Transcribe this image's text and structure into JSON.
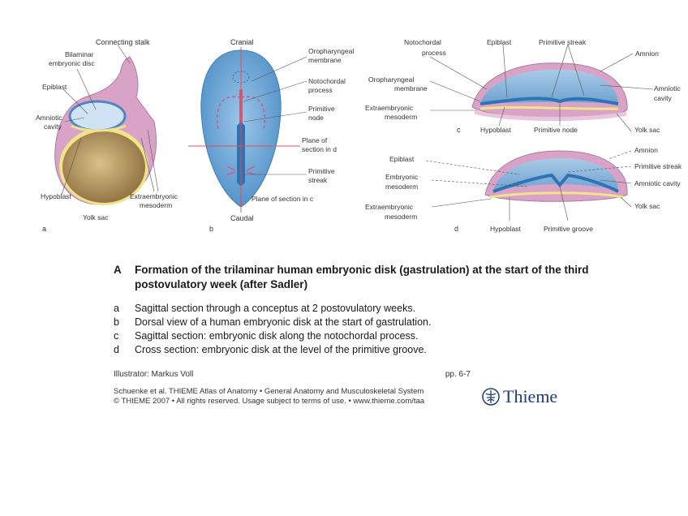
{
  "panel_a": {
    "letter": "a",
    "labels": {
      "connecting_stalk": "Connecting stalk",
      "bilaminar_1": "Bilaminar",
      "bilaminar_2": "embryonic disc",
      "epiblast": "Epiblast",
      "amniotic_1": "Amniotic",
      "amniotic_2": "cavity",
      "hypoblast": "Hypoblast",
      "extra_1": "Extraembryonic",
      "extra_2": "mesoderm",
      "yolk_sac": "Yolk sac"
    }
  },
  "panel_b": {
    "letter": "b",
    "labels": {
      "cranial": "Cranial",
      "caudal": "Caudal",
      "oro_1": "Oropharyngeal",
      "oro_2": "membrane",
      "noto_1": "Notochordal",
      "noto_2": "process",
      "node_1": "Primitive",
      "node_2": "node",
      "plane_c_1": "Plane of",
      "plane_c_2": "section in d",
      "streak_1": "Primitive",
      "streak_2": "streak",
      "plane_c": "Plane of section in c"
    }
  },
  "panel_c": {
    "letter": "c",
    "labels": {
      "noto_1": "Notochordal",
      "noto_2": "process",
      "epiblast": "Epiblast",
      "streak": "Primitive streak",
      "amnion": "Amnion",
      "amniotic_1": "Amniotic",
      "amniotic_2": "cavity",
      "oro_1": "Oropharyngeal",
      "oro_2": "membrane",
      "extra_1": "Extraembryonic",
      "extra_2": "mesoderm",
      "hypoblast": "Hypoblast",
      "node": "Primitive node",
      "yolk_sac": "Yolk sac"
    }
  },
  "panel_d": {
    "letter": "d",
    "labels": {
      "epiblast": "Epiblast",
      "amnion": "Amnion",
      "streak": "Primitive streak",
      "embryonic_1": "Embryonic",
      "embryonic_2": "mesoderm",
      "amniotic": "Amniotic cavity",
      "extra_1": "Extraembryonic",
      "extra_2": "mesoderm",
      "yolk_sac": "Yolk sac",
      "hypoblast": "Hypoblast",
      "groove": "Primitive groove"
    }
  },
  "caption": {
    "letter": "A",
    "title": "Formation of the trilaminar human embryonic disk (gastrulation) at the start of the third postovulatory week (after Sadler)",
    "items": [
      {
        "key": "a",
        "text": "Sagittal section through a conceptus at 2 postovulatory weeks."
      },
      {
        "key": "b",
        "text": "Dorsal view of a human embryonic disk at the start of gastrulation."
      },
      {
        "key": "c",
        "text": "Sagittal section: embryonic disk along the notochordal process."
      },
      {
        "key": "d",
        "text": "Cross section: embryonic disk at the level of the primitive groove."
      }
    ]
  },
  "illustrator": "Illustrator: Markus Voll",
  "page_ref": "pp. 6-7",
  "credit": {
    "line1": "Schuenke et al. THIEME Atlas of Anatomy • General Anatomy and Musculoskeletal System",
    "line2": "© THIEME 2007 • All rights reserved. Usage subject to terms of use. • www.thieme.com/taa"
  },
  "logo": {
    "text": "Thieme",
    "icon": "thieme-seal-icon",
    "color": "#1d3a7a"
  },
  "colors": {
    "amnion_pink": "#d9a3c8",
    "cavity_blue": "#7aaed6",
    "yolk_brown": "#b39262",
    "yolk_rim": "#f1e38a",
    "epiblast_blue": "#4f86bf",
    "streak_blue": "#2f73b5",
    "guide_red": "#e05050"
  }
}
